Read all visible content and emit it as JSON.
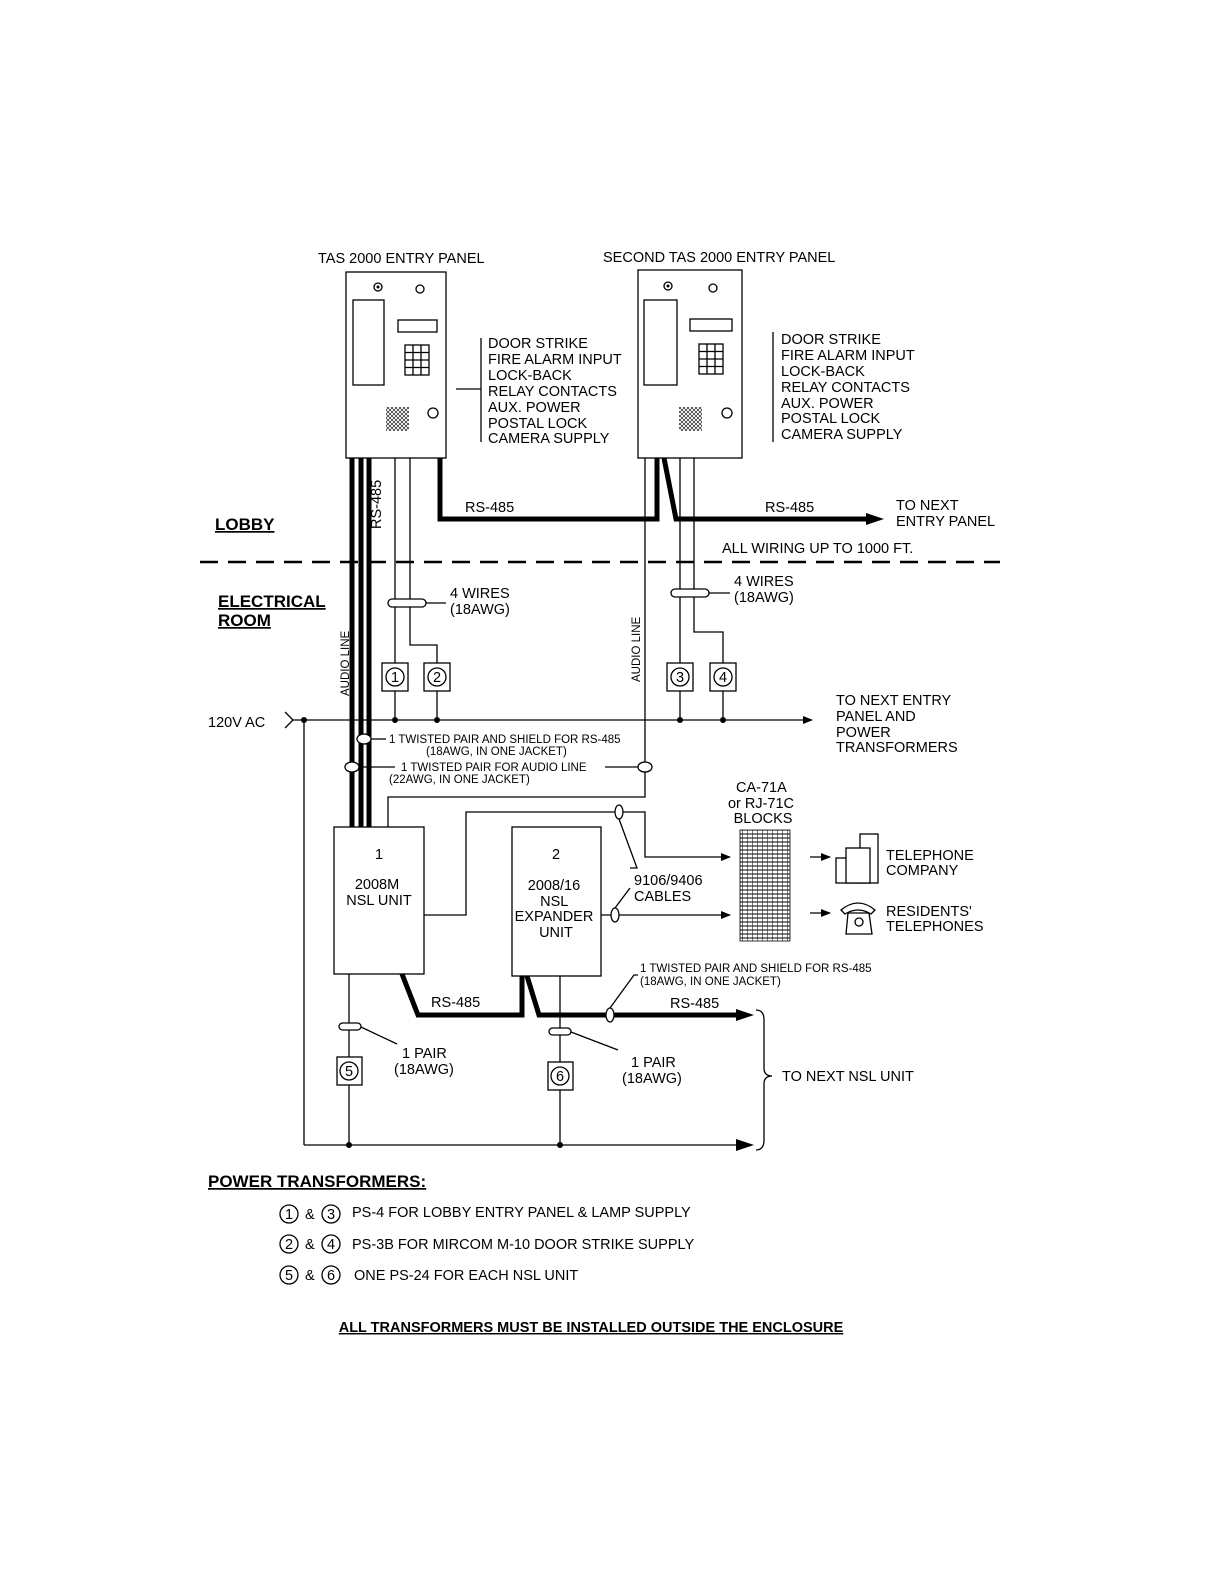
{
  "panels": {
    "panel1_title": "TAS 2000 ENTRY PANEL",
    "panel2_title": "SECOND TAS 2000 ENTRY PANEL",
    "panel1_features": [
      "DOOR STRIKE",
      "FIRE ALARM INPUT",
      "LOCK-BACK",
      "RELAY CONTACTS",
      "AUX.  POWER",
      "POSTAL LOCK",
      "CAMERA SUPPLY"
    ],
    "panel2_features": [
      "DOOR STRIKE",
      "FIRE ALARM INPUT",
      "LOCK-BACK",
      "RELAY CONTACTS",
      "AUX.  POWER",
      "POSTAL LOCK",
      "CAMERA SUPPLY"
    ]
  },
  "zones": {
    "lobby": "LOBBY",
    "electrical_room_1": "ELECTRICAL",
    "electrical_room_2": "ROOM"
  },
  "wires": {
    "rs485_vertical": "RS-485",
    "rs485_top_1": "RS-485",
    "rs485_top_2": "RS-485",
    "to_next_entry_panel": [
      "TO NEXT",
      "ENTRY PANEL"
    ],
    "all_wiring": "ALL WIRING UP TO 1000 FT.",
    "four_wires_1": [
      "4 WIRES",
      "(18AWG)"
    ],
    "four_wires_2": [
      "4 WIRES",
      "(18AWG)"
    ],
    "audio_line_1": "AUDIO LINE",
    "audio_line_2": "AUDIO LINE",
    "ac_input": "120V AC",
    "to_next_entry_power": [
      "TO NEXT ENTRY",
      "PANEL AND",
      "POWER",
      "TRANSFORMERS"
    ],
    "twisted_rs485": [
      "1 TWISTED PAIR AND SHIELD FOR RS-485",
      "(18AWG, IN ONE JACKET)"
    ],
    "twisted_audio": [
      "1 TWISTED PAIR FOR AUDIO LINE",
      "(22AWG, IN ONE JACKET)"
    ],
    "twisted_rs485_lower": [
      "1 TWISTED PAIR AND SHIELD FOR RS-485",
      "(18AWG, IN ONE JACKET)"
    ],
    "rs485_lower_1": "RS-485",
    "rs485_lower_2": "RS-485",
    "cables": [
      "9106/9406",
      "CABLES"
    ],
    "pair_1": [
      "1 PAIR",
      "(18AWG)"
    ],
    "pair_2": [
      "1 PAIR",
      "(18AWG)"
    ],
    "to_next_nsl": "TO NEXT NSL UNIT"
  },
  "units": {
    "nsl_number": "1",
    "nsl_name": [
      "2008M",
      "NSL UNIT"
    ],
    "expander_number": "2",
    "expander_name": [
      "2008/16",
      "NSL",
      "EXPANDER",
      "UNIT"
    ]
  },
  "blocks": {
    "title": [
      "CA-71A",
      "or RJ-71C",
      "BLOCKS"
    ],
    "telephone_company": [
      "TELEPHONE",
      "COMPANY"
    ],
    "residents": [
      "RESIDENTS'",
      "TELEPHONES"
    ]
  },
  "transformer_markers": [
    "1",
    "2",
    "3",
    "4",
    "5",
    "6"
  ],
  "legend": {
    "title": "POWER TRANSFORMERS:",
    "amp": "&",
    "rows": [
      {
        "a": "1",
        "b": "3",
        "text": "PS-4 FOR LOBBY ENTRY PANEL & LAMP SUPPLY"
      },
      {
        "a": "2",
        "b": "4",
        "text": "PS-3B FOR MIRCOM M-10 DOOR STRIKE SUPPLY"
      },
      {
        "a": "5",
        "b": "6",
        "text": "ONE PS-24 FOR EACH NSL UNIT"
      }
    ],
    "footer": "ALL TRANSFORMERS MUST BE INSTALLED OUTSIDE THE ENCLOSURE"
  }
}
